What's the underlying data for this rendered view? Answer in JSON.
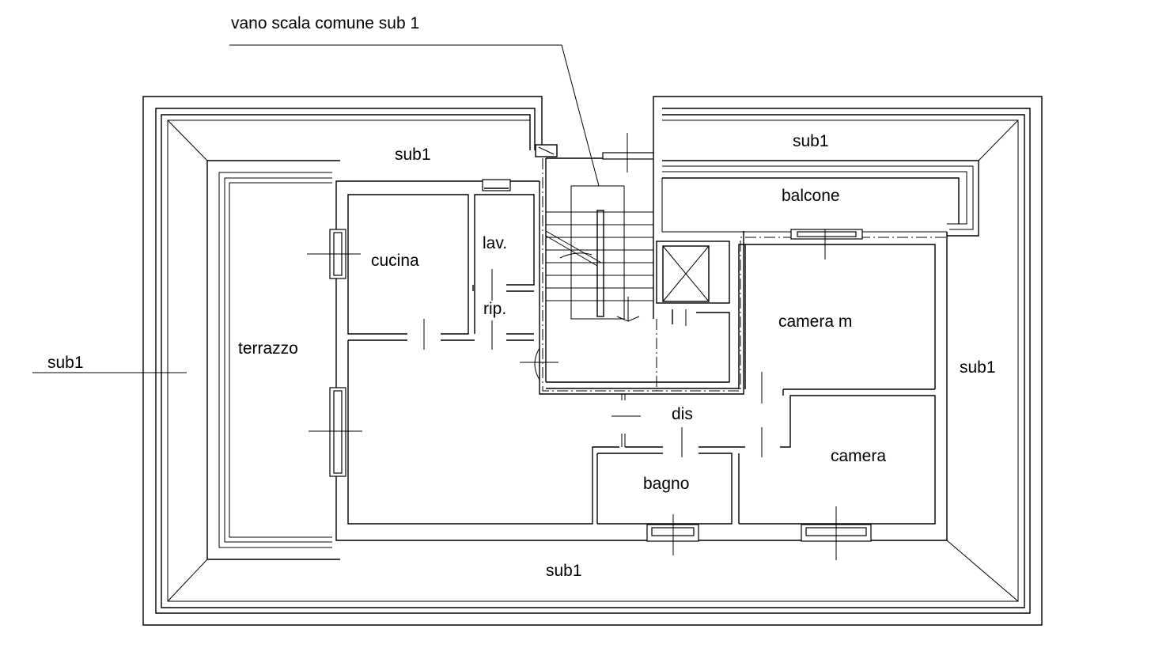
{
  "labels": {
    "stair_callout": "vano scala comune sub 1",
    "sub1_top_left": "sub1",
    "sub1_top_right": "sub1",
    "sub1_left": "sub1",
    "sub1_right": "sub1",
    "sub1_bottom": "sub1",
    "balcone": "balcone",
    "cucina": "cucina",
    "lav": "lav.",
    "rip": "rip.",
    "terrazzo": "terrazzo",
    "camera_m": "camera m",
    "dis": "dis",
    "camera": "camera",
    "bagno": "bagno"
  }
}
